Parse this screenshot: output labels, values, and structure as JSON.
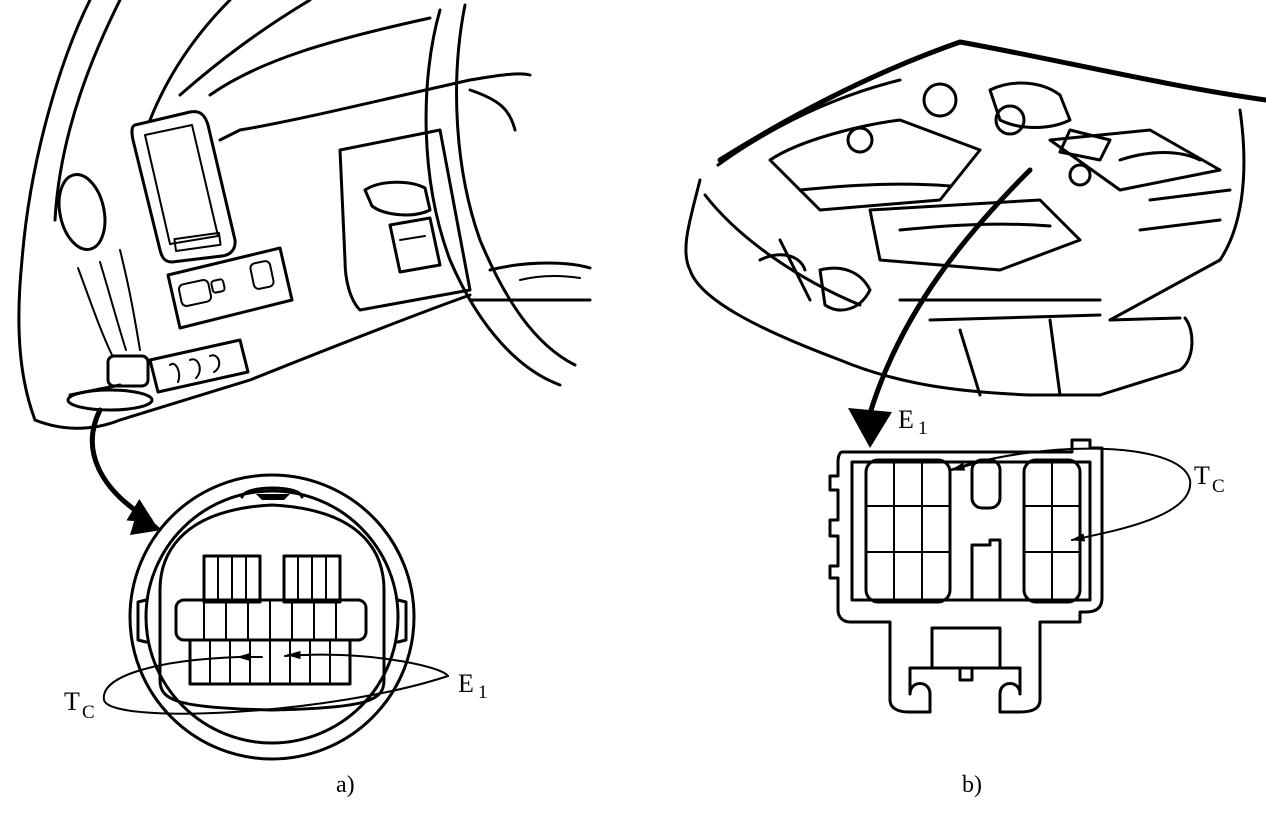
{
  "panel_a": {
    "caption": "a)",
    "label_tc": {
      "main": "T",
      "sub": "C"
    },
    "label_e1": {
      "main": "E",
      "sub": "1"
    }
  },
  "panel_b": {
    "caption": "b)",
    "label_tc": {
      "main": "T",
      "sub": "C"
    },
    "label_e1": {
      "main": "E",
      "sub": "1"
    }
  }
}
